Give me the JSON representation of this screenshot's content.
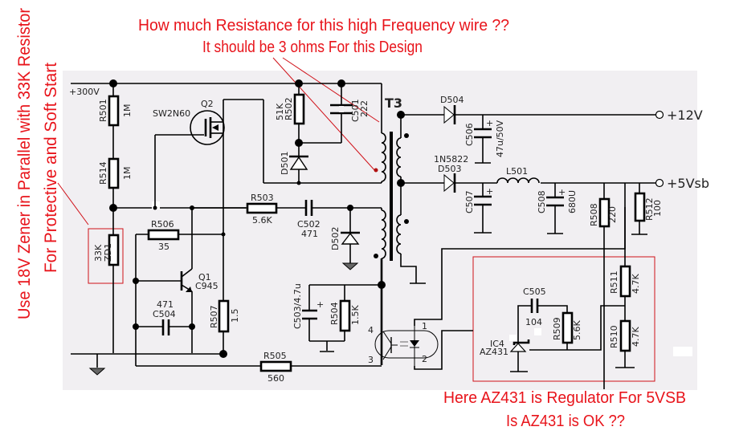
{
  "annotations": {
    "top_line1": "How much Resistance for this high Frequency wire ??",
    "top_line2": "It should be 3 ohms For this Design",
    "left_line1": "Use 18V Zener in Parallel with 33K Resistor",
    "left_line2": "For Protective and Soft Start",
    "bottom_line1": "Here AZ431 is Regulator For 5VSB",
    "bottom_line2": "Is AZ431 is OK ??",
    "color": "#e8141b"
  },
  "rails": {
    "input": "+300V",
    "out12": "+12V",
    "out5": "+5Vsb"
  },
  "transformer": {
    "name": "T3"
  },
  "components": {
    "R501": {
      "ref": "R501",
      "value": "1M"
    },
    "R514": {
      "ref": "R514",
      "value": "1M"
    },
    "ZD1": {
      "ref": "ZD1",
      "value": "33K"
    },
    "Q2": {
      "ref": "Q2",
      "value": "SW2N60"
    },
    "R502": {
      "ref": "R502",
      "value": "51K"
    },
    "C501": {
      "ref": "C501",
      "value": "222"
    },
    "D501": {
      "ref": "D501"
    },
    "R503": {
      "ref": "R503",
      "value": "5.6K"
    },
    "C502": {
      "ref": "C502",
      "value": "471"
    },
    "D502": {
      "ref": "D502"
    },
    "R506": {
      "ref": "R506",
      "value": "35"
    },
    "Q1": {
      "ref": "Q1",
      "value": "C945"
    },
    "C504": {
      "ref": "C504",
      "value": "471"
    },
    "R507": {
      "ref": "R507",
      "value": "1.5"
    },
    "C503": {
      "ref": "C503/4.7u"
    },
    "R504": {
      "ref": "R504",
      "value": "1.5K"
    },
    "R505": {
      "ref": "R505",
      "value": "560"
    },
    "D504": {
      "ref": "D504"
    },
    "C506": {
      "ref": "C506",
      "value": "47u/50V"
    },
    "D503": {
      "ref": "D503",
      "value": "1N5822"
    },
    "C507": {
      "ref": "C507"
    },
    "L501": {
      "ref": "L501"
    },
    "C508": {
      "ref": "C508",
      "value": "680U"
    },
    "R508": {
      "ref": "R508",
      "value": "220"
    },
    "R512": {
      "ref": "R512",
      "value": "100"
    },
    "C505": {
      "ref": "C505",
      "value": "104"
    },
    "R509": {
      "ref": "R509",
      "value": "5.6K"
    },
    "IC4": {
      "ref": "IC4",
      "value": "AZ431"
    },
    "R511": {
      "ref": "R511",
      "value": "4.7K"
    },
    "R510": {
      "ref": "R510",
      "value": "4.7K"
    }
  },
  "optocoupler_pins": {
    "p1": "1",
    "p2": "2",
    "p3": "3",
    "p4": "4"
  }
}
